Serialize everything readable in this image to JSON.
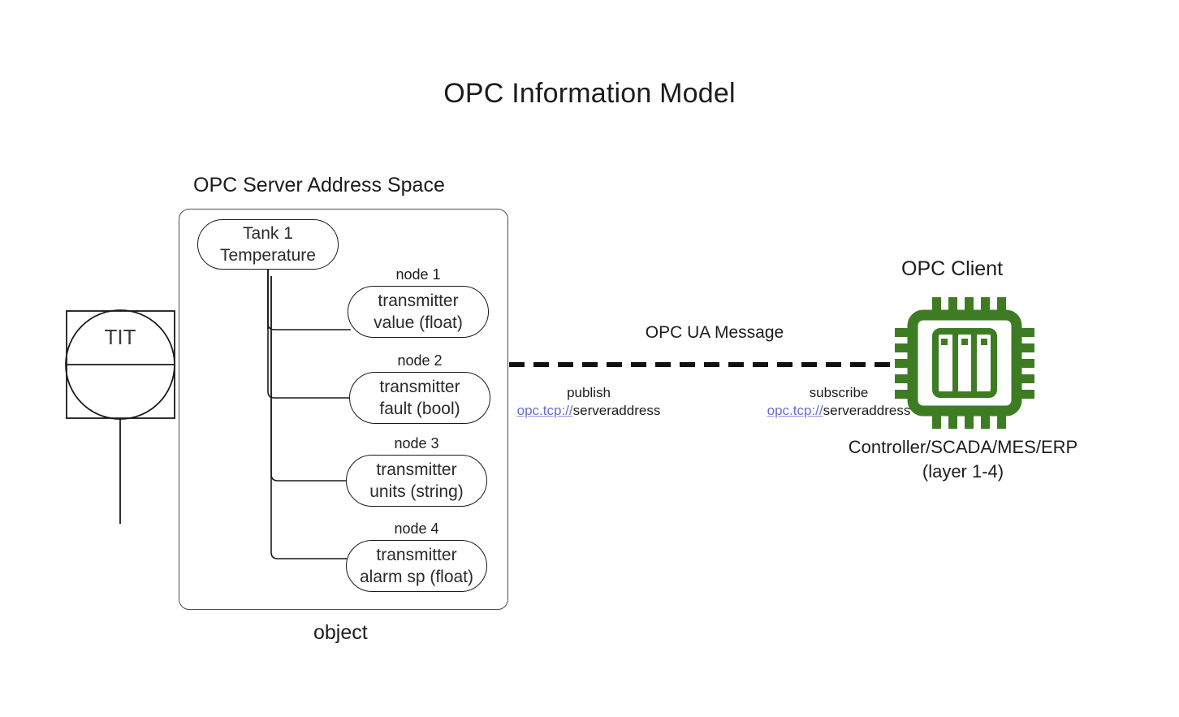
{
  "diagram": {
    "title": "OPC Information Model",
    "type": "architecture-diagram"
  },
  "server": {
    "section_label": "OPC Server Address Space",
    "container_caption": "object",
    "object_node": {
      "line1": "Tank 1",
      "line2": "Temperature"
    },
    "nodes": [
      {
        "caption": "node 1",
        "line1": "transmitter",
        "line2": "value (float)"
      },
      {
        "caption": "node 2",
        "line1": "transmitter",
        "line2": "fault (bool)"
      },
      {
        "caption": "node 3",
        "line1": "transmitter",
        "line2": "units (string)"
      },
      {
        "caption": "node 4",
        "line1": "transmitter",
        "line2": "alarm sp (float)"
      }
    ]
  },
  "instrument": {
    "tag": "TIT",
    "symbol": "isa-field-mounted-instrument"
  },
  "connection": {
    "message_label": "OPC UA Message",
    "line_style": "dashed",
    "publish": {
      "role": "publish",
      "uri_scheme": "opc.tcp://",
      "uri_host": "serveraddress"
    },
    "subscribe": {
      "role": "subscribe",
      "uri_scheme": "opc.tcp://",
      "uri_host": "serveraddress"
    }
  },
  "client": {
    "section_label": "OPC Client",
    "icon": "cpu-chip-icon",
    "caption_line1": "Controller/SCADA/MES/ERP",
    "caption_line2": "(layer 1-4)"
  },
  "colors": {
    "chip_green": "#3e7c24",
    "stroke": "#1a1a1a",
    "container_stroke": "#4d4d4d",
    "link_blue": "#6a6fd0",
    "text": "#1c1c1c",
    "background": "#ffffff"
  }
}
